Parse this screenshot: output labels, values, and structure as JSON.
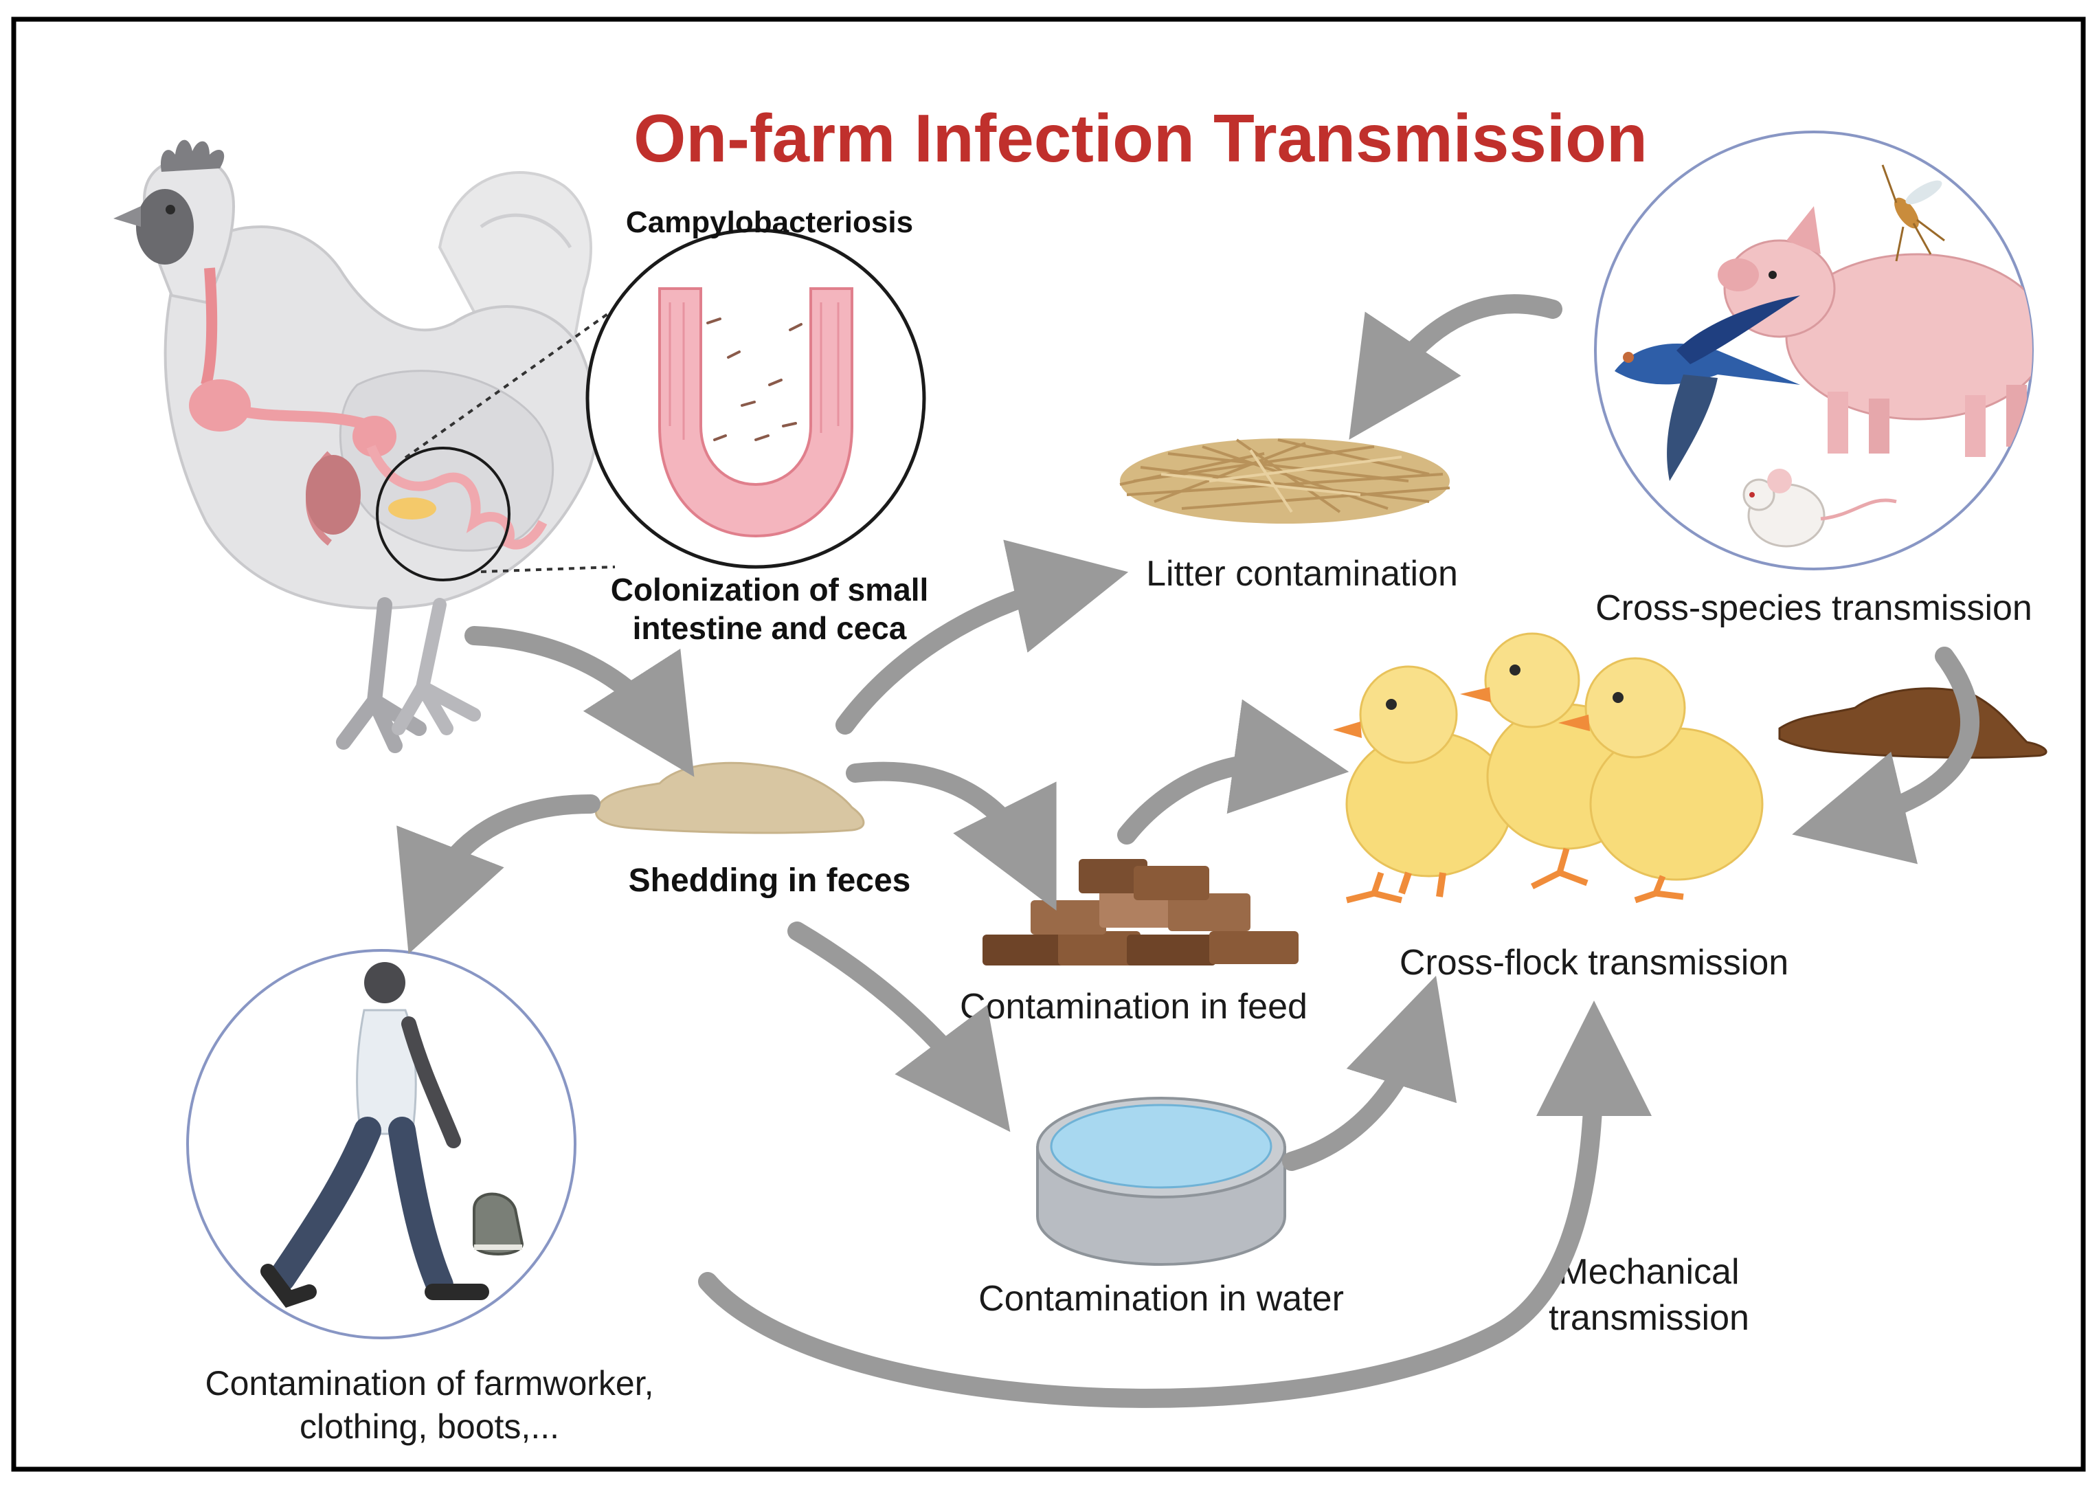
{
  "title": "On-farm Infection Transmission",
  "colors": {
    "title": "#C0302C",
    "arrow": "#9A9A9A",
    "circle_border": "#8896C4",
    "frame": "#000000",
    "feces_light": "#D7C5A1",
    "feces_dark": "#7A4A25",
    "intestine": "#F3A7B2",
    "chick": "#F8DC7A",
    "pig": "#F2C2C4"
  },
  "labels": {
    "campylobacteriosis": "Campylobacteriosis",
    "colonization_line1": "Colonization of small",
    "colonization_line2": "intestine and ceca",
    "shedding": "Shedding in feces",
    "litter": "Litter contamination",
    "cross_species": "Cross-species transmission",
    "cross_flock": "Cross-flock transmission",
    "feed": "Contamination in feed",
    "water": "Contamination in water",
    "mechanical_line1": "Mechanical",
    "mechanical_line2": "transmission",
    "farmworker_line1": "Contamination of farmworker,",
    "farmworker_line2": "clothing, boots,..."
  },
  "icons": [
    "chicken-icon",
    "intestine-magnified-icon",
    "feces-icon",
    "straw-litter-icon",
    "pig-icon",
    "swallow-bird-icon",
    "mosquito-icon",
    "mouse-icon",
    "chicks-icon",
    "feed-pellets-icon",
    "water-bowl-icon",
    "farmworker-icon",
    "boots-icon",
    "brown-feces-icon"
  ]
}
